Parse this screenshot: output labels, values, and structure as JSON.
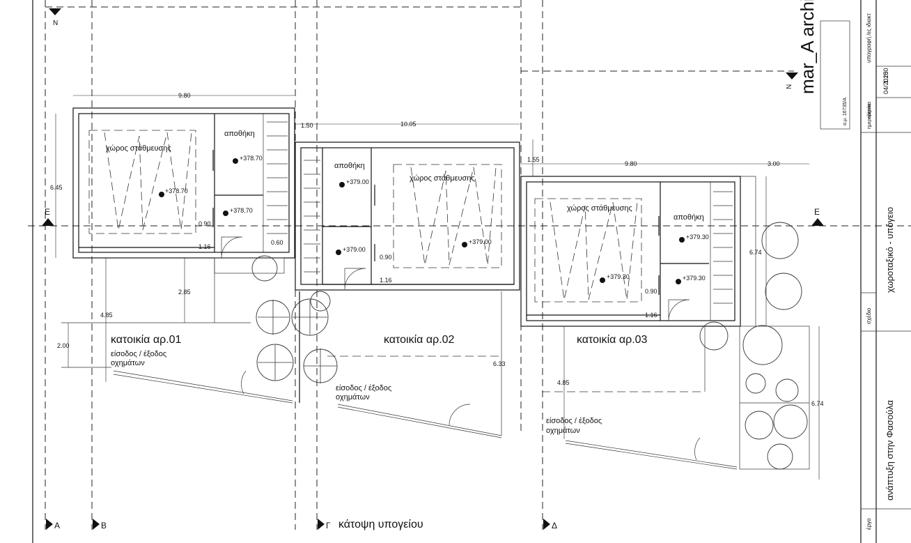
{
  "drawing": {
    "title": "κάτοψη υπογείου",
    "sheet_title": "χωροταξικό - υπόγειο",
    "project": "ανάπτυξη στην Φασούλα",
    "project_label": "έργο",
    "drawing_label": "σχέδιο",
    "date_label": "ημερομηνία",
    "date": "04/2025",
    "scale_label": "κλίμακα",
    "scale": "1:100",
    "signature_label": "υπογραφή /ες ιδιοκτ",
    "office_name": "mar_A architect",
    "office_reg": "α.μ. 16735/A"
  },
  "units": [
    {
      "title": "κατοικία αρ.01",
      "parking": "χώρος στάθμευσης",
      "storage": "αποθήκη",
      "entrance_1": "είσοδος / έξοδος",
      "entrance_2": "οχημάτων"
    },
    {
      "title": "κατοικία αρ.02",
      "parking": "χώρος στάθμευσης",
      "storage": "αποθήκη",
      "entrance_1": "είσοδος / έξοδος",
      "entrance_2": "οχημάτων"
    },
    {
      "title": "κατοικία αρ.03",
      "parking": "χώρος στάθμευσης",
      "storage": "αποθήκη",
      "entrance_1": "είσοδος / έξοδος",
      "entrance_2": "οχημάτων"
    }
  ],
  "levels": [
    "+378.70",
    "+378.70",
    "+378.70",
    "+379.00",
    "+379.00",
    "+379.00",
    "+379.30",
    "+379.30",
    "+379.30"
  ],
  "dimensions": [
    "9.80",
    "6.45",
    "0.90",
    "1.16",
    "0.60",
    "2.85",
    "4.85",
    "2.00",
    "1.50",
    "10.05",
    "0.90",
    "1.16",
    "6.33",
    "1.55",
    "9.80",
    "3.00",
    "6.74",
    "0.90",
    "1.16",
    "4.85",
    "6.74"
  ],
  "grid_axes": [
    "A",
    "B",
    "Γ",
    "Δ"
  ],
  "section_marks": [
    "Ε",
    "Ε"
  ],
  "north_marks": [
    "Ν",
    "Ν"
  ]
}
